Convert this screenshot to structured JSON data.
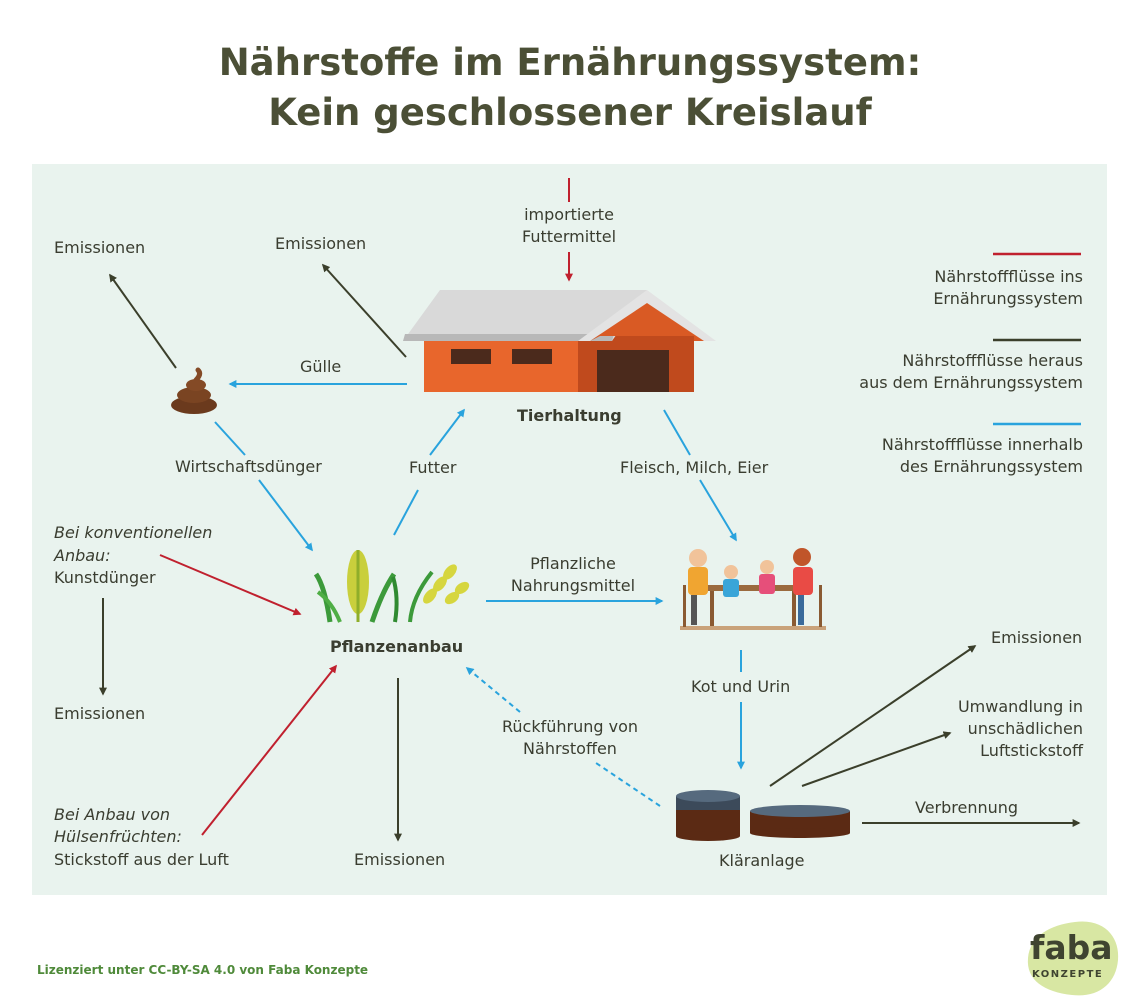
{
  "title": {
    "line1": "Nährstoffe im Ernährungssystem:",
    "line2": "Kein geschlossener Kreislauf"
  },
  "legend": [
    {
      "line1": "Nährstoffflüsse ins",
      "line2": "Ernährungssystem",
      "color": "#c0202e"
    },
    {
      "line1": "Nährstoffflüsse heraus",
      "line2": "aus dem Ernährungssystem",
      "color": "#3b3f2b"
    },
    {
      "line1": "Nährstoffflüsse innerhalb",
      "line2": "des Ernährungssystem",
      "color": "#29a3dd"
    }
  ],
  "nodes": {
    "tierhaltung": "Tierhaltung",
    "pflanzenanbau": "Pflanzenanbau",
    "klaeranlage": "Kläranlage"
  },
  "labels": {
    "importierte_1": "importierte",
    "importierte_2": "Futtermittel",
    "emissionen": "Emissionen",
    "guelle": "Gülle",
    "wirtschaftsduenger": "Wirtschaftsdünger",
    "futter": "Futter",
    "fleisch": "Fleisch, Milch, Eier",
    "konv_1": "Bei konventionellen",
    "konv_2": "Anbau:",
    "kunstduenger": "Kunstdünger",
    "huelsen_1": "Bei Anbau von",
    "huelsen_2": "Hülsenfrüchten:",
    "stickstoff": "Stickstoff aus der Luft",
    "pflanzlich_1": "Pflanzliche",
    "pflanzlich_2": "Nahrungsmittel",
    "kot": "Kot und Urin",
    "rueck_1": "Rückführung von",
    "rueck_2": "Nährstoffen",
    "umwandlung_1": "Umwandlung in",
    "umwandlung_2": "unschädlichen",
    "umwandlung_3": "Luftstickstoff",
    "verbrennung": "Verbrennung"
  },
  "footer": "Lizenziert unter CC-BY-SA 4.0 von Faba Konzepte",
  "logo": {
    "name": "faba",
    "sub": "KONZEPTE"
  }
}
